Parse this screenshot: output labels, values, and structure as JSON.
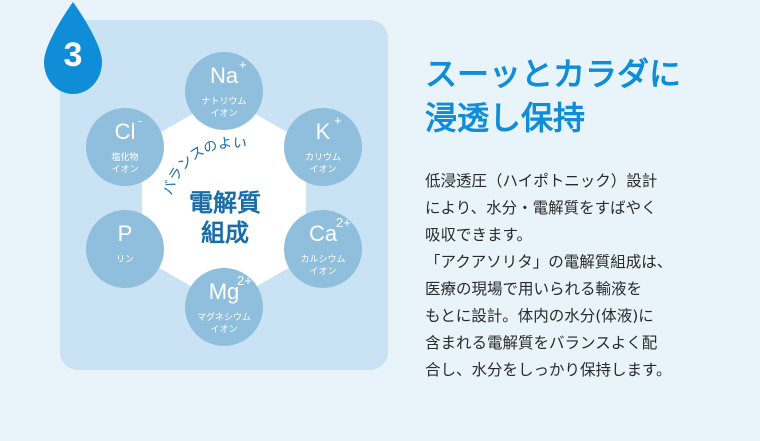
{
  "step_number": "3",
  "colors": {
    "accent": "#0f8dd6",
    "panel": "#c9e3f4",
    "ion_circle": "#8fbfdd",
    "center_text": "#1a6ea8"
  },
  "diagram": {
    "arc_label": "バランスのよい",
    "center_line1": "電解質",
    "center_line2": "組成",
    "ions": {
      "na": {
        "symbol": "Na",
        "charge": "+",
        "name_line1": "ナトリウム",
        "name_line2": "イオン"
      },
      "k": {
        "symbol": "K",
        "charge": "+",
        "name_line1": "カリウム",
        "name_line2": "イオン"
      },
      "ca": {
        "symbol": "Ca",
        "charge": "2+",
        "name_line1": "カルシウム",
        "name_line2": "イオン"
      },
      "mg": {
        "symbol": "Mg",
        "charge": "2+",
        "name_line1": "マグネシウム",
        "name_line2": "イオン"
      },
      "p": {
        "symbol": "P",
        "charge": "",
        "name_line1": "リン",
        "name_line2": ""
      },
      "cl": {
        "symbol": "Cl",
        "charge": "-",
        "name_line1": "塩化物",
        "name_line2": "イオン"
      }
    }
  },
  "heading": {
    "line1": "スーッとカラダに",
    "line2": "浸透し保持"
  },
  "body_lines": [
    "低浸透圧（ハイポトニック）設計",
    "により、水分・電解質をすばやく",
    "吸収できます。",
    "「アクアソリタ」の電解質組成は、",
    "医療の現場で用いられる輸液を",
    "もとに設計。体内の水分(体液)に",
    "含まれる電解質をバランスよく配",
    "合し、水分をしっかり保持します。"
  ]
}
